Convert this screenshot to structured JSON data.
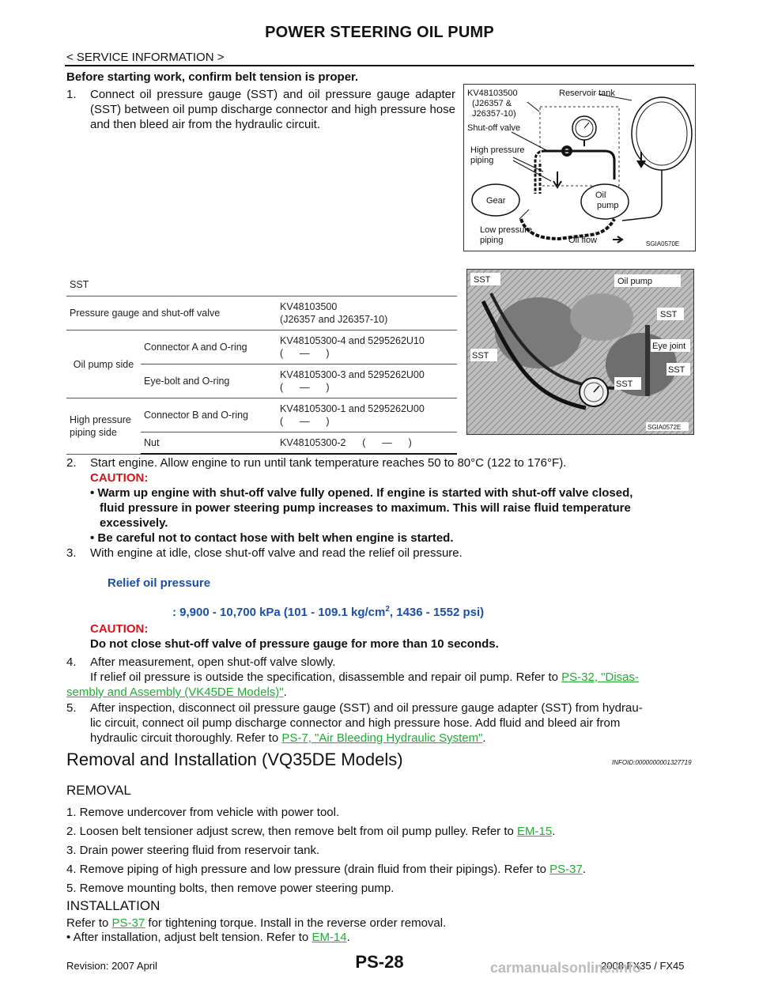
{
  "header": {
    "title": "POWER STEERING OIL PUMP",
    "section": "< SERVICE INFORMATION >"
  },
  "intro": "Before starting work, confirm belt tension is proper.",
  "step1": {
    "num": "1.",
    "text": "Connect oil pressure gauge (SST) and oil pressure gauge adapter (SST) between oil pump discharge connector and high pressure hose and then bleed air from the hydraulic circuit."
  },
  "fig1": {
    "kv": "KV48103500",
    "kv2": "(J26357 &",
    "kv3": "J26357-10)",
    "reservoir": "Reservoir tank",
    "shutoff": "Shut-off valve",
    "highp1": "High pressure",
    "highp2": "piping",
    "gear": "Gear",
    "oil1": "Oil",
    "oil2": "pump",
    "lowp1": "Low pressure",
    "lowp2": "piping",
    "oilflow": "Oil flow",
    "code": "SGIA0570E"
  },
  "sst_table": {
    "header": "SST",
    "rows": [
      {
        "a": "Pressure gauge and shut-off valve",
        "b": "",
        "c1": "KV48103500",
        "c2": "(J26357 and J26357-10)"
      },
      {
        "a": "Oil pump side",
        "b": "Connector A and O-ring",
        "c1": "KV48105300-4 and 5295262U10",
        "c2": "(      —      )"
      },
      {
        "a": "",
        "b": "Eye-bolt and O-ring",
        "c1": "KV48105300-3 and 5295262U00",
        "c2": "(      —      )"
      },
      {
        "a1": "High pressure",
        "a2": "piping side",
        "b": "Connector B and O-ring",
        "c1": "KV48105300-1 and 5295262U00",
        "c2": "(      —      )"
      },
      {
        "a": "",
        "b": "Nut",
        "c1": "KV48105300-2      (      —      )",
        "c2": ""
      }
    ]
  },
  "fig2": {
    "sst": "SST",
    "oilpump": "Oil pump",
    "eyejoint": "Eye joint",
    "code": "SGIA0572E"
  },
  "step2": {
    "num": "2.",
    "text": "Start engine. Allow engine to run until tank temperature reaches 50 to 80°C (122 to 176°F).",
    "caution_label": "CAUTION:",
    "bullet1a": "Warm up engine with shut-off valve fully opened. If engine is started with shut-off valve closed,",
    "bullet1b": "fluid pressure in power steering pump increases to maximum. This will raise fluid temperature",
    "bullet1c": "excessively.",
    "bullet2": "Be careful not to contact hose with belt when engine is started."
  },
  "step3": {
    "num": "3.",
    "text": "With engine at idle, close shut-off valve and read the relief oil pressure.",
    "spec_label": "Relief oil pressure",
    "spec_value_a": ": 9,900 - 10,700 kPa (101 - 109.1 kg/cm",
    "spec_sup": "2",
    "spec_value_b": ", 1436 - 1552 psi)",
    "caution_label": "CAUTION:",
    "caution_text": "Do not close shut-off valve of pressure gauge for more than 10 seconds."
  },
  "step4": {
    "num": "4.",
    "line1": "After measurement, open shut-off valve slowly.",
    "line2": "If relief oil pressure is outside the specification, disassemble and repair oil pump. Refer to ",
    "link_a": "PS-32, \"Disas-",
    "link_b": "sembly and Assembly (VK45DE Models)\"",
    "tail": "."
  },
  "step5": {
    "num": "5.",
    "line1": "After inspection, disconnect oil pressure gauge (SST) and oil pressure gauge adapter (SST) from hydrau-",
    "line2": "lic circuit, connect oil pump discharge connector and high pressure hose. Add fluid and bleed air from",
    "line3": "hydraulic circuit thoroughly. Refer to ",
    "link": "PS-7, \"Air Bleeding Hydraulic System\"",
    "tail": "."
  },
  "removal_install": {
    "heading": "Removal and Installation (VQ35DE Models)",
    "info_id": "INFOID:0000000001327719",
    "removal_heading": "REMOVAL",
    "r1": "1.   Remove undercover from vehicle with power tool.",
    "r2": "2.   Loosen belt tensioner adjust screw, then remove belt from oil pump pulley. Refer to ",
    "r2_link": "EM-15",
    "r3": "3.   Drain power steering fluid from reservoir tank.",
    "r4": "4.   Remove piping of high pressure and low pressure (drain fluid from their pipings). Refer to ",
    "r4_link": "PS-37",
    "r5": "5.   Remove mounting bolts, then remove power steering pump.",
    "install_heading": "INSTALLATION",
    "i1": "Refer to ",
    "i1_link": "PS-37",
    "i1_tail": " for tightening torque. Install in the reverse order removal.",
    "i2": "•  After installation, adjust belt tension. Refer to ",
    "i2_link": "EM-14",
    "period": "."
  },
  "footer": {
    "revision": "Revision: 2007 April",
    "page": "PS-28",
    "model": "2008 FX35 / FX45",
    "watermark": "carmanualsonline.info"
  }
}
